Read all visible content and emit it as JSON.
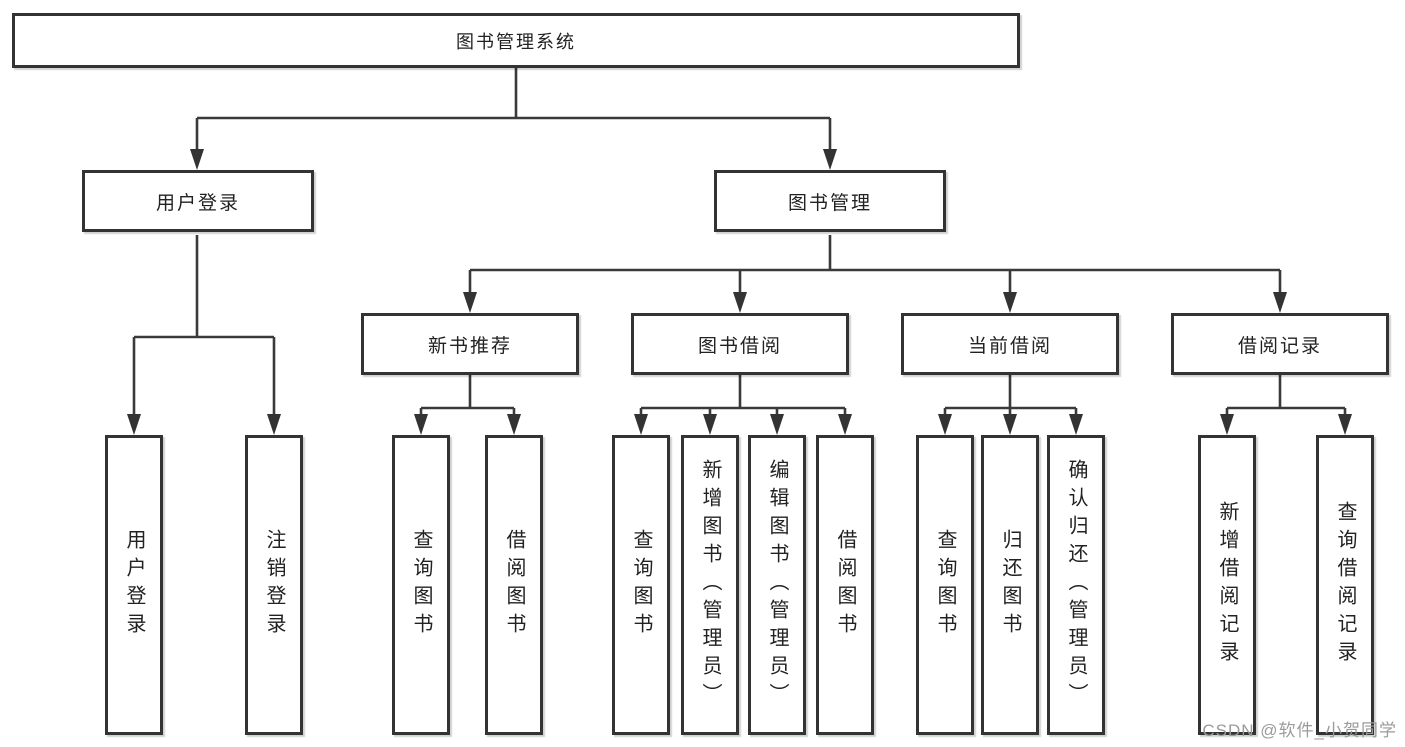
{
  "diagram": {
    "root": {
      "label": "图书管理系统"
    },
    "level1": [
      {
        "label": "用户登录"
      },
      {
        "label": "图书管理"
      }
    ],
    "level2": [
      {
        "label": "新书推荐"
      },
      {
        "label": "图书借阅"
      },
      {
        "label": "当前借阅"
      },
      {
        "label": "借阅记录"
      }
    ],
    "leaves": {
      "user_login": [
        "用户登录",
        "注销登录"
      ],
      "new_book": [
        "查询图书",
        "借阅图书"
      ],
      "book_borrow": [
        "查询图书",
        "新增图书（管理员）",
        "编辑图书（管理员）",
        "借阅图书"
      ],
      "current_borrow": [
        "查询图书",
        "归还图书",
        "确认归还（管理员）"
      ],
      "borrow_record": [
        "新增借阅记录",
        "查询借阅记录"
      ]
    }
  },
  "watermark": {
    "text": "CSDN @软件_小贺同学"
  },
  "colors": {
    "line": "#3a3a3a",
    "border": "#333333",
    "text": "#222222",
    "watermark": "#9b9b9b",
    "background": "#ffffff"
  }
}
